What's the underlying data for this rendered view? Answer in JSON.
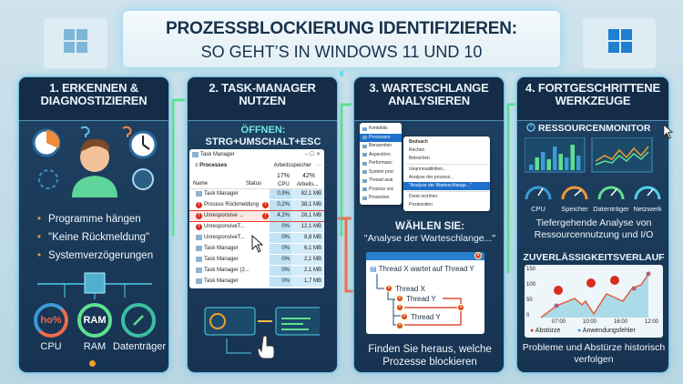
{
  "title": {
    "line1": "PROZESSBLOCKIERUNG IDENTIFIZIEREN:",
    "line2": "SO GEHT’S IN WINDOWS 11 UND 10"
  },
  "panel1": {
    "heading": "1. ERKENNEN & DIAGNOSTIZIEREN",
    "bullets": [
      "Programme hängen",
      "\"Keine Rückmeldung\"",
      "Systemverzögerungen"
    ],
    "gauges": [
      {
        "inner": "ho%",
        "label": "CPU"
      },
      {
        "inner": "RAM",
        "label": "RAM"
      },
      {
        "inner": "",
        "label": "Datenträger"
      }
    ]
  },
  "panel2": {
    "heading": "2. TASK-MANAGER NUTZEN",
    "open_label": "ÖFFNEN:",
    "shortcut": "STRG+UMSCHALT+ESC",
    "taskmanager": {
      "title": "Task Manager",
      "tab": "Processes",
      "memory_tab": "Arbeitsspeicher",
      "cpu_pct": "17%",
      "mem_pct": "42%",
      "col_name": "Name",
      "col_status": "Status",
      "col_cpu": "CPU",
      "col_mem": "Arbeits...",
      "rows": [
        {
          "name": "Task Manager",
          "cpu": "0,9%",
          "mem": "82,1 MB",
          "err": false
        },
        {
          "name": "Process Rückmeldung",
          "cpu": "0,2%",
          "mem": "38,1 MB",
          "err": true
        },
        {
          "name": "Unresponsive ...",
          "cpu": "4,2%",
          "mem": "28,1 MB",
          "err": true,
          "highlight": true
        },
        {
          "name": "UnresponsiveT...",
          "cpu": "0%",
          "mem": "12,1 MB",
          "err": true
        },
        {
          "name": "UnresponsiveT...",
          "cpu": "0%",
          "mem": "8,8 MB",
          "err": false
        },
        {
          "name": "Task Manager",
          "cpu": "0%",
          "mem": "6,1 MB",
          "err": false
        },
        {
          "name": "Task Manager",
          "cpu": "0%",
          "mem": "2,1 MB",
          "err": false
        },
        {
          "name": "Task Manager (2...",
          "cpu": "0%",
          "mem": "2,1 MB",
          "err": false
        },
        {
          "name": "Task Manager",
          "cpu": "0%",
          "mem": "1,7 MB",
          "err": false
        }
      ]
    }
  },
  "panel3": {
    "heading": "3. WARTESCHLANGE ANALYSIEREN",
    "left_menu": [
      "Kontoktis",
      "Processes",
      "Benseniten",
      "Aspectrion",
      "Performanc",
      "System proc",
      "Thread avai",
      "Prozess voc",
      "Prozesten"
    ],
    "context_menu": [
      "Bedsach",
      "Rechen",
      "Betrachen",
      "Ueannnsatiktilen...",
      "Analyse der prozess...",
      "\"Analyse der Warteschlange...\"",
      "Donit rechhen",
      "Posiesniten"
    ],
    "choose_label": "WÄHLEN SIE:",
    "choose_value": "\"Analyse der Warteschlange...\"",
    "dialog": {
      "header": "Thread X wartet auf Thread Y",
      "items": [
        "Thread X",
        "Thread Y",
        "Thread Y"
      ]
    },
    "caption": "Finden Sie heraus, welche Prozesse blockieren"
  },
  "panel4": {
    "heading": "4. FORTGESCHRITTENE WERKZEUGE",
    "resmon_title": "RESSOURCENMONITOR",
    "gauges": [
      "CPU",
      "Speicher",
      "Datenträger",
      "Netzwerk"
    ],
    "resmon_caption": "Tiefergehende Analyse von Ressourcennutzung und I/O",
    "reliability_title": "ZUVERLÄSSIGKEITSVERLAUF",
    "reliability_chart": {
      "y_ticks": [
        "150",
        "100",
        "50",
        "0"
      ],
      "x_ticks": [
        "07:00",
        "10:00",
        "16:00",
        "12:00"
      ],
      "legend": [
        {
          "label": "Abstürze",
          "color": "#d8432e"
        },
        {
          "label": "Anwendungsfehler",
          "color": "#3b9bd6"
        }
      ]
    },
    "caption": "Probleme und Abstürze historisch verfolgen"
  },
  "colors": {
    "panel": "#1b3a58",
    "accent_cyan": "#5fe0f0",
    "accent_green": "#5ee08f",
    "error_red": "#d62e1e"
  }
}
